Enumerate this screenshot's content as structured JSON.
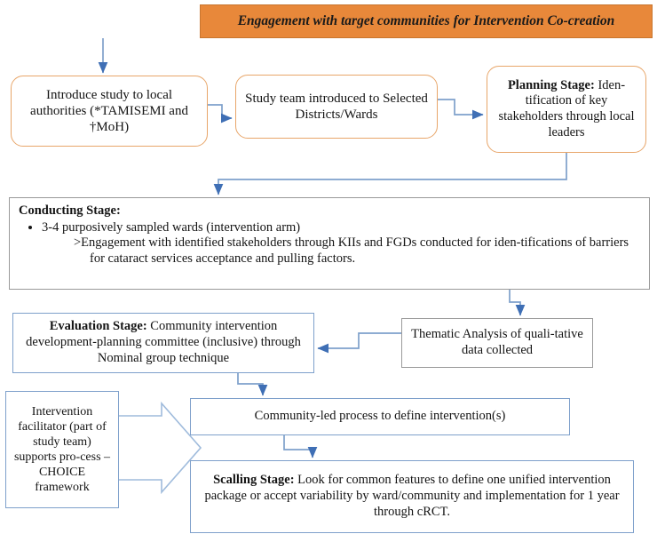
{
  "diagram": {
    "title": "Engagement with target communities for Intervention Co-creation",
    "header": {
      "label": "Engagement with target communities for Intervention Co-creation",
      "background_color": "#E8883A",
      "text_color": "#1a1a1a"
    },
    "colors": {
      "header_orange": "#E8883A",
      "rounded_box_border": "#E8A66A",
      "connector_blue": "#7EA0CB",
      "arrow_head_blue": "#3F6FB5",
      "gray_border": "#9a9a9a",
      "blue_border": "#7EA0CB",
      "box_fill": "#FFFFFF",
      "text": "#141414"
    },
    "nodes": {
      "introduce": {
        "text": "Introduce study to local authorities (*TAMISEMI and †MoH)",
        "shape": "rounded-rectangle",
        "border_color": "#E8A66A"
      },
      "study_team": {
        "text": "Study team introduced to Selected Districts/Wards",
        "shape": "rounded-rectangle",
        "border_color": "#E8A66A"
      },
      "planning": {
        "label": "Planning Stage:",
        "text": " Iden-tification of key stakeholders through local leaders",
        "full_text": "Planning Stage: Iden-tification of key stakeholders through local leaders",
        "shape": "rounded-rectangle",
        "border_color": "#E8A66A"
      },
      "conducting": {
        "label": "Conducting Stage:",
        "bullet": "3-4 purposively sampled wards (intervention arm)",
        "sub": ">Engagement with identified stakeholders through KIIs and FGDs conducted for iden-tifications of barriers for cataract services acceptance and pulling factors.",
        "shape": "rectangle",
        "border_color": "#9a9a9a"
      },
      "evaluation": {
        "label": "Evaluation Stage:",
        "text": " Community intervention development-planning committee (inclusive) through Nominal group technique",
        "full_text": "Evaluation Stage: Community intervention development-planning committee (inclusive) through Nominal group technique",
        "shape": "rectangle",
        "border_color": "#7EA0CB"
      },
      "thematic": {
        "text": "Thematic Analysis of quali-tative data collected",
        "shape": "rectangle",
        "border_color": "#9a9a9a"
      },
      "facilitator": {
        "text": "Intervention facilitator (part of study team) supports pro-cess – CHOICE framework",
        "shape": "rectangle",
        "border_color": "#7EA0CB"
      },
      "community_led": {
        "text": "Community-led process to define intervention(s)",
        "shape": "rectangle",
        "border_color": "#7EA0CB"
      },
      "scalling": {
        "label": "Scalling Stage:",
        "text": " Look for common features to define one unified intervention package or accept variability by ward/community and implementation for 1 year through cRCT.",
        "full_text": "Scalling Stage: Look for common features to define one unified intervention package or accept variability by ward/community and implementation for 1 year through cRCT.",
        "shape": "rectangle",
        "border_color": "#7EA0CB"
      }
    },
    "connectors": [
      {
        "from": "header",
        "to": "introduce",
        "style": "elbow-down"
      },
      {
        "from": "introduce",
        "to": "study_team",
        "style": "elbow-right"
      },
      {
        "from": "study_team",
        "to": "planning",
        "style": "elbow-right"
      },
      {
        "from": "planning",
        "to": "conducting",
        "style": "elbow-down-left"
      },
      {
        "from": "conducting",
        "to": "thematic",
        "style": "elbow-down"
      },
      {
        "from": "thematic",
        "to": "evaluation",
        "style": "elbow-left"
      },
      {
        "from": "evaluation",
        "to": "community_led",
        "style": "elbow-down"
      },
      {
        "from": "community_led",
        "to": "scalling",
        "style": "elbow-down"
      },
      {
        "from": "facilitator",
        "to": "process-group",
        "style": "block-arrow-right"
      }
    ]
  }
}
